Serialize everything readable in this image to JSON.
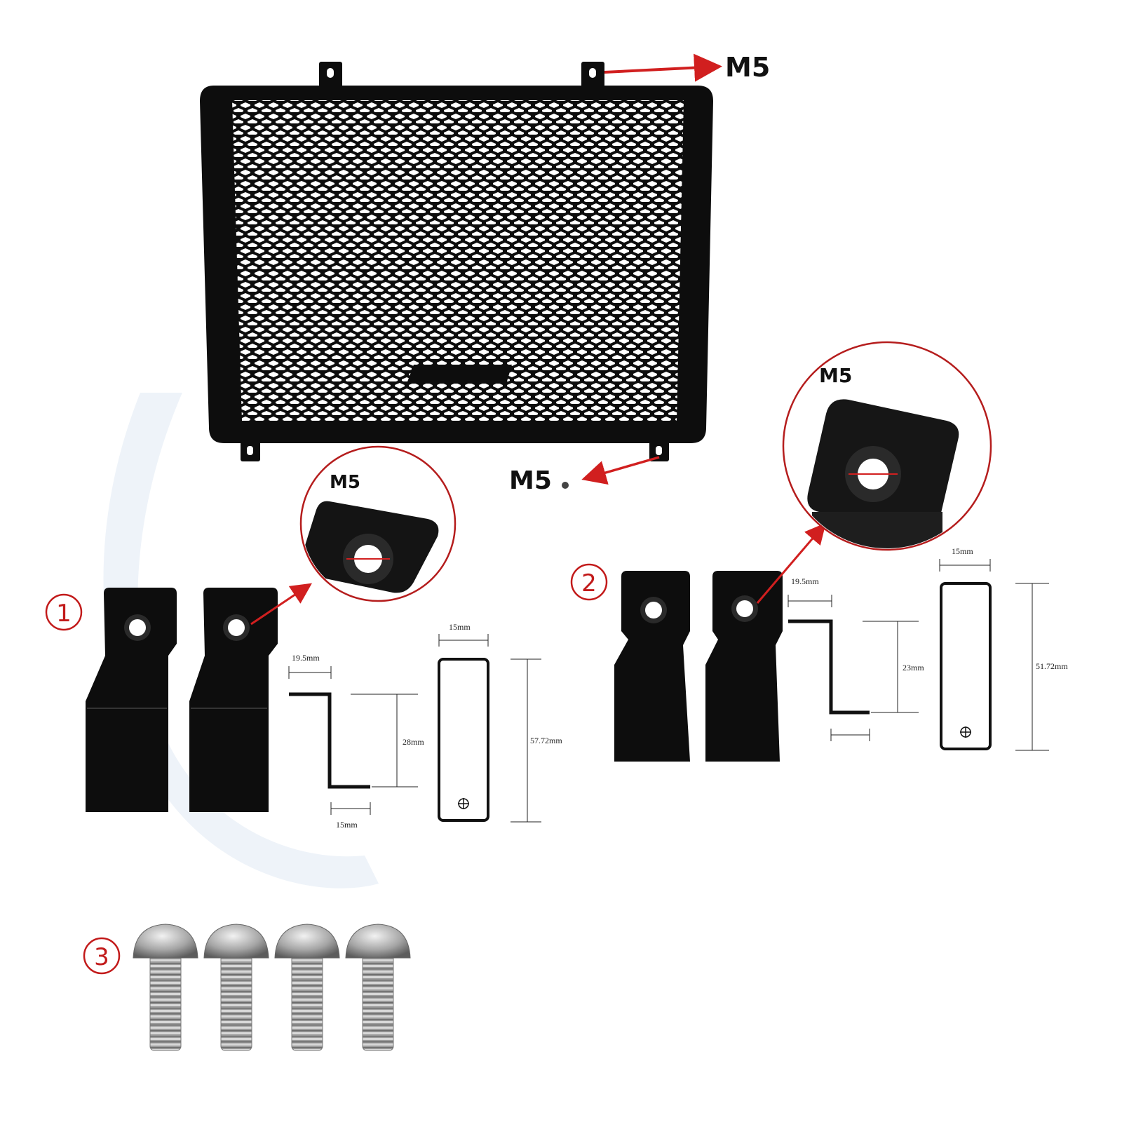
{
  "colors": {
    "metal": "#0d0d0d",
    "accent": "#d11f1f",
    "screw": "#a9a9a9"
  },
  "callouts": {
    "top_hole": "M5",
    "bottom_hole": "M5",
    "zoom_1": "M5",
    "zoom_2": "M5"
  },
  "kits": {
    "kit1": {
      "number": "1",
      "dim_top": "19.5mm",
      "dim_height": "28mm",
      "dim_bottom": "15mm",
      "dim_width": "15mm",
      "dim_length": "57.72mm"
    },
    "kit2": {
      "number": "2",
      "dim_top": "19.5mm",
      "dim_height": "23mm",
      "dim_width": "15mm",
      "dim_length": "51.72mm"
    },
    "kit3": {
      "number": "3",
      "screw_count": 4
    }
  }
}
